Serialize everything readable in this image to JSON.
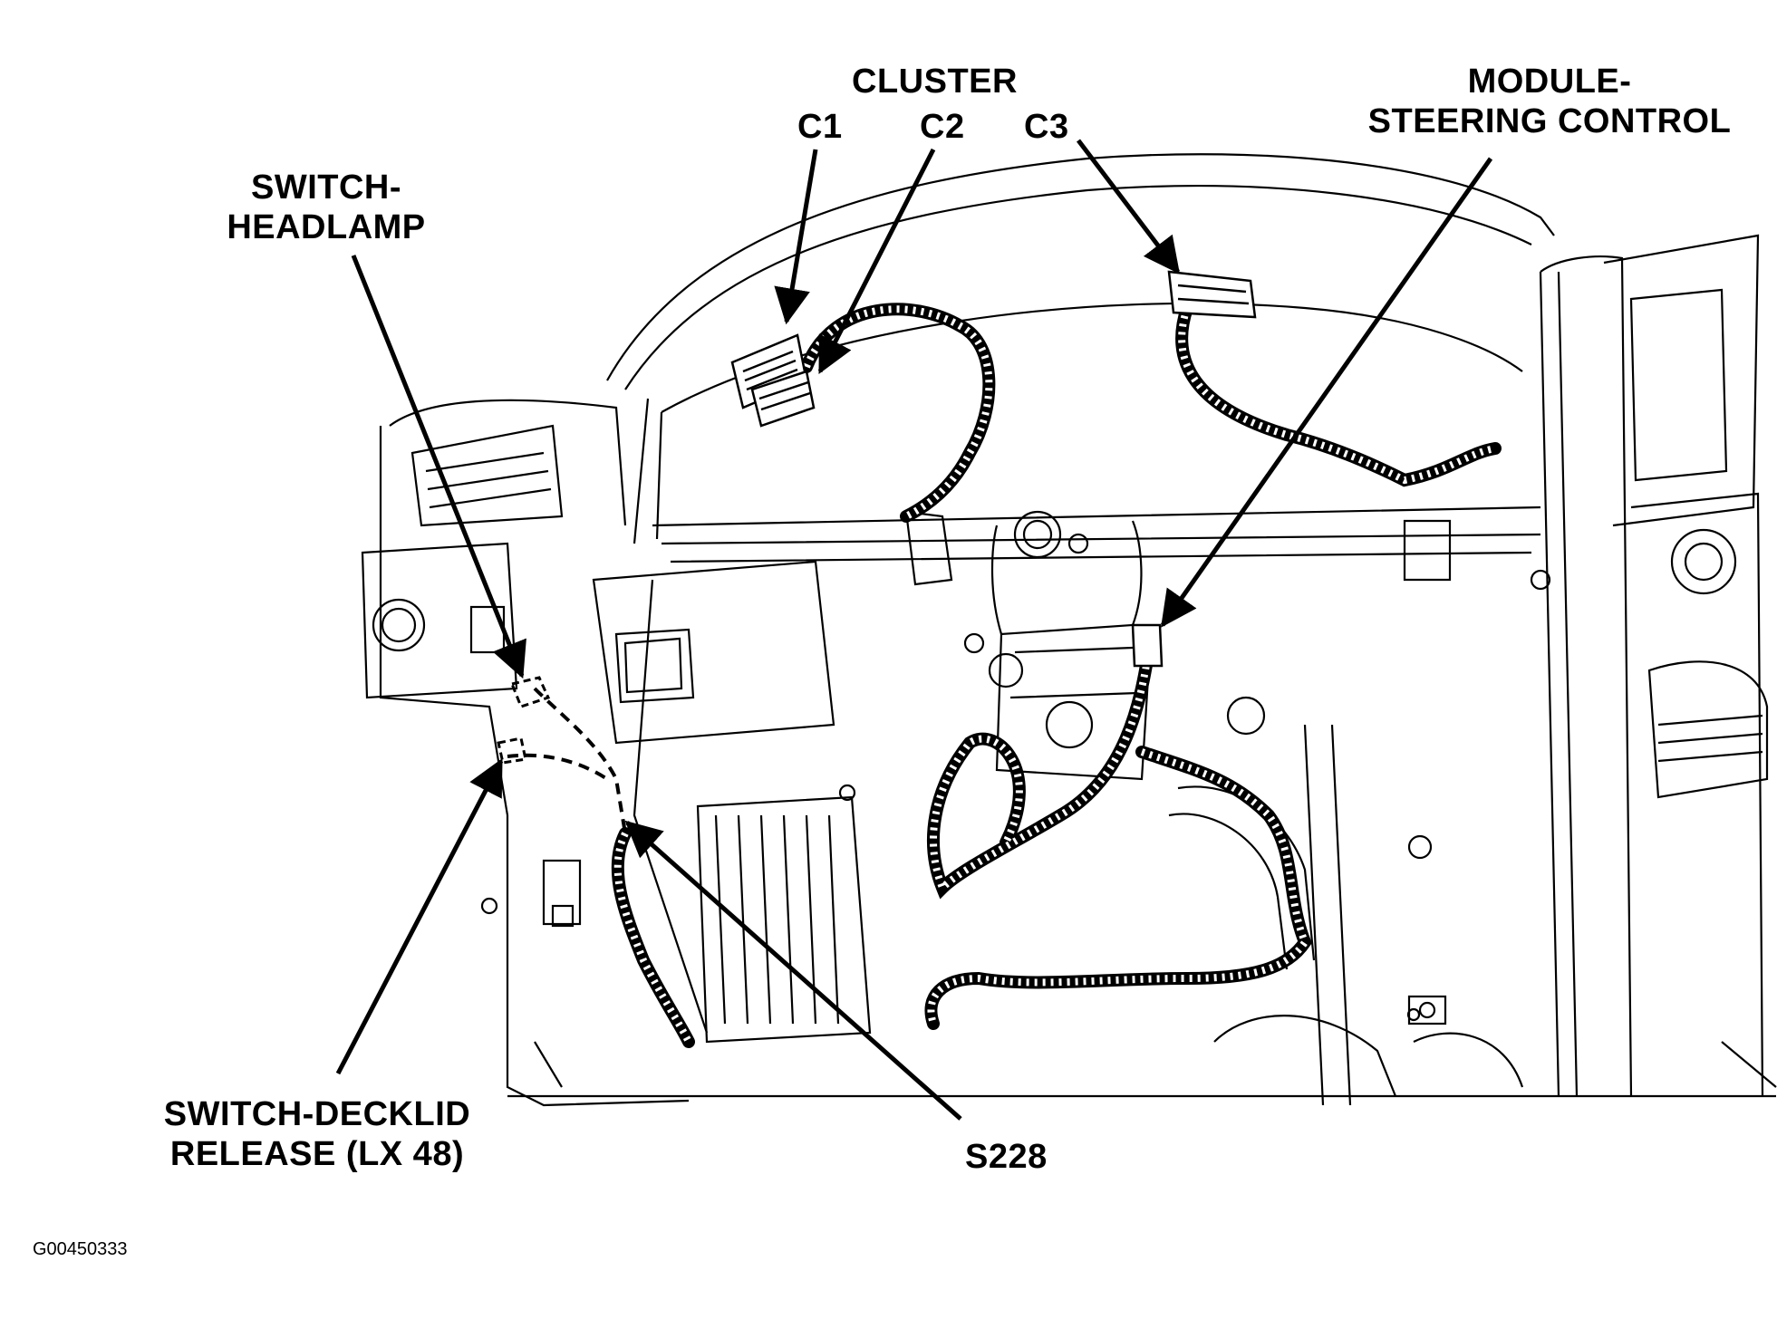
{
  "labels": {
    "cluster": "CLUSTER",
    "c1": "C1",
    "c2": "C2",
    "c3": "C3",
    "module_line1": "MODULE-",
    "module_line2": "STEERING CONTROL",
    "headlamp_line1": "SWITCH-",
    "headlamp_line2": "HEADLAMP",
    "decklid_line1": "SWITCH-DECKLID",
    "decklid_line2": "RELEASE (LX 48)",
    "splice": "S228"
  },
  "figure_id": "G00450333",
  "colors": {
    "line": "#000000",
    "background": "#ffffff"
  }
}
